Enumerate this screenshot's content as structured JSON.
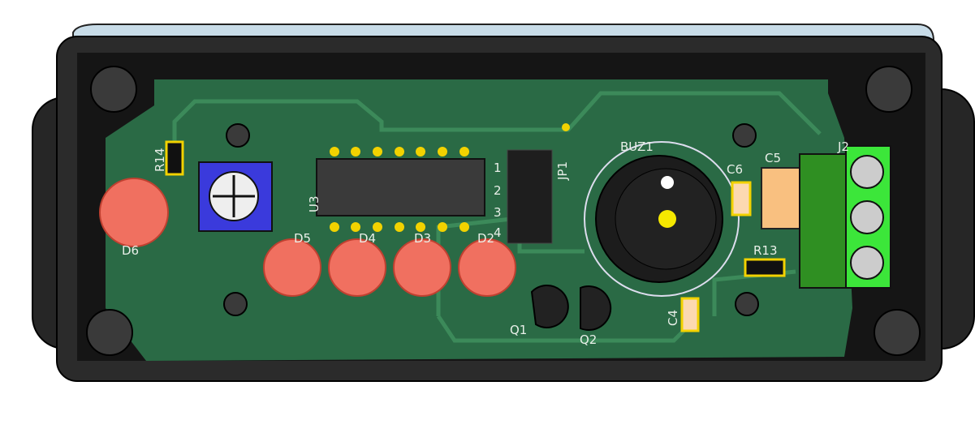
{
  "labels": {
    "r14": "R14",
    "d6": "D6",
    "u3": "U3",
    "d5": "D5",
    "d4": "D4",
    "d3": "D3",
    "d2": "D2",
    "jp1": "JP1",
    "jp_pins": [
      "1",
      "2",
      "3",
      "4"
    ],
    "buz1": "BUZ1",
    "c6": "C6",
    "c5": "C5",
    "j2": "J2",
    "r13": "R13",
    "c4": "C4",
    "q1": "Q1",
    "q2": "Q2"
  },
  "colors": {
    "pcb": "#2a6a45",
    "trace": "#3c8a5a",
    "enclosure": "#1a1a1a",
    "led": "#f07060",
    "pad": "#f2d200",
    "terminal": "#2f8f22",
    "terminal_light": "#3ce63a",
    "pot": "#3a3adc"
  }
}
